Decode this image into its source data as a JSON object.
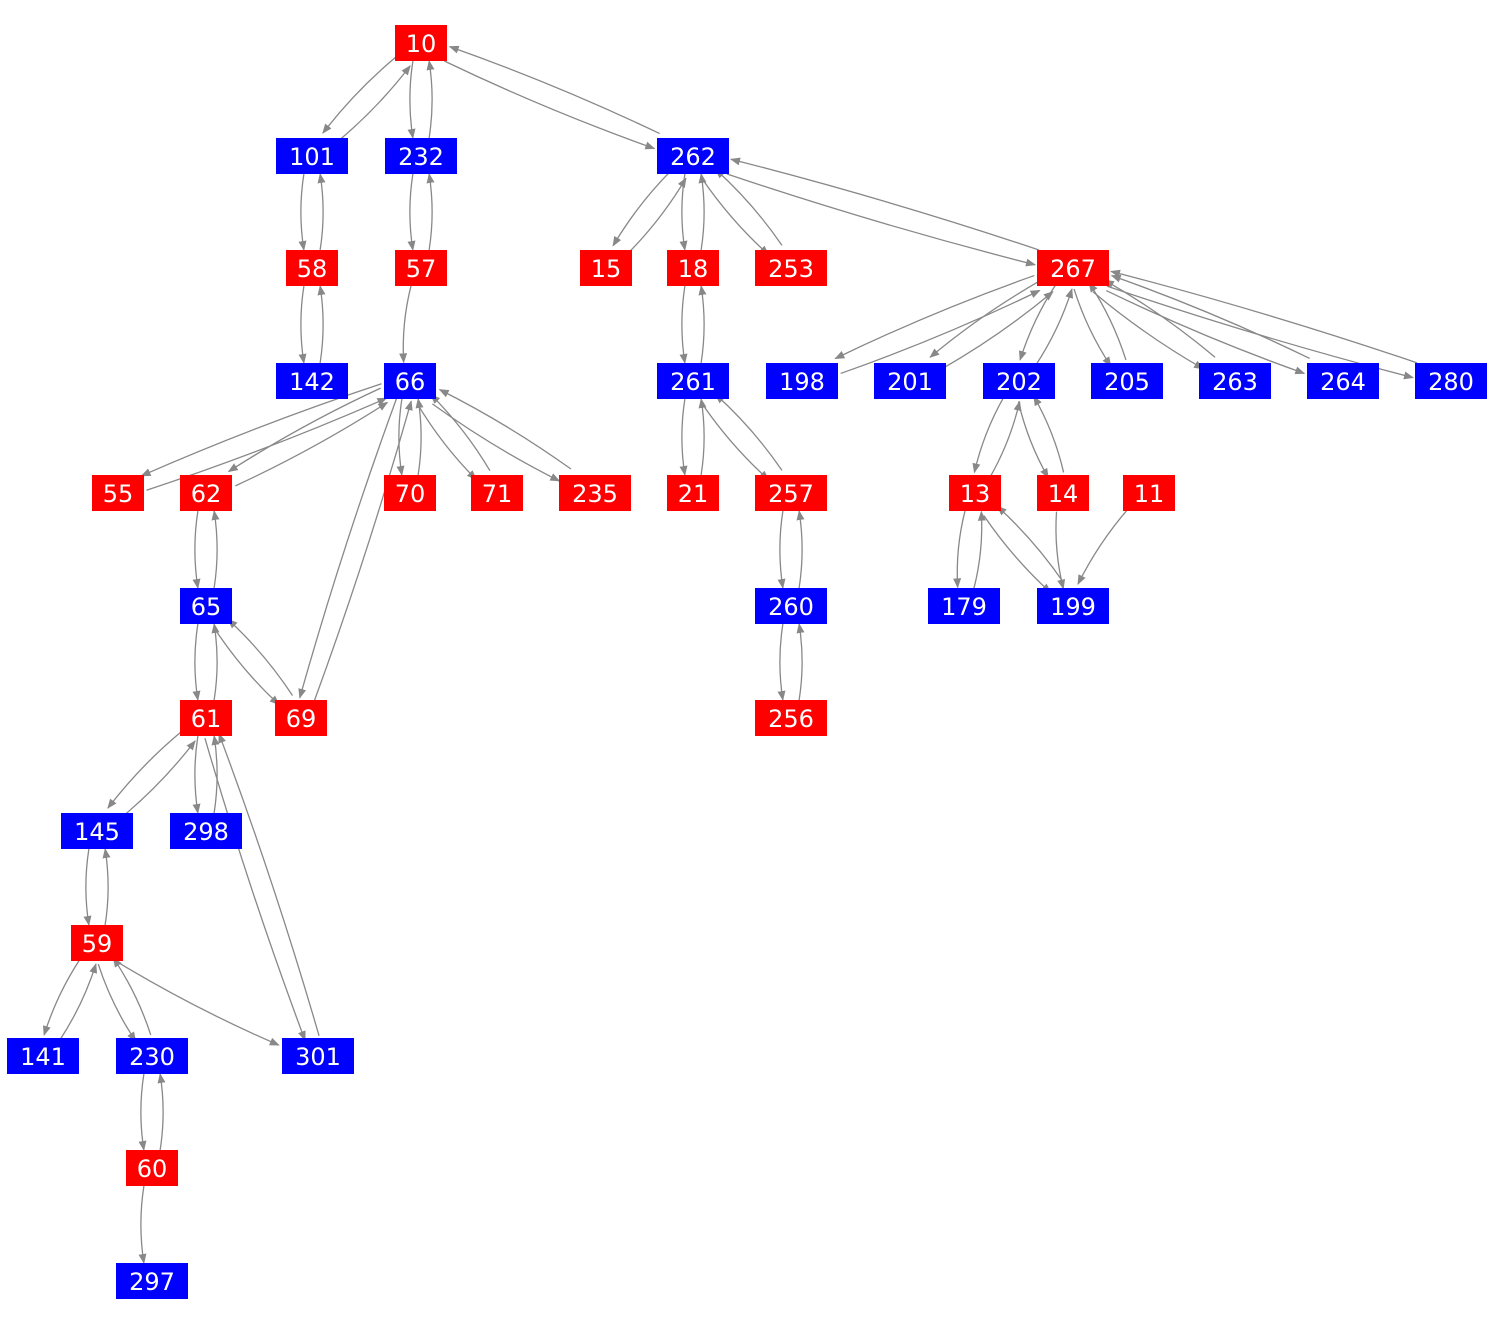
{
  "colors": {
    "red": "#ff0000",
    "blue": "#0000ff",
    "edge": "#888888",
    "label": "#ffffff"
  },
  "nodes": [
    {
      "id": "10",
      "color": "red"
    },
    {
      "id": "101",
      "color": "blue"
    },
    {
      "id": "232",
      "color": "blue"
    },
    {
      "id": "262",
      "color": "blue"
    },
    {
      "id": "58",
      "color": "red"
    },
    {
      "id": "57",
      "color": "red"
    },
    {
      "id": "15",
      "color": "red"
    },
    {
      "id": "18",
      "color": "red"
    },
    {
      "id": "253",
      "color": "red"
    },
    {
      "id": "267",
      "color": "red"
    },
    {
      "id": "142",
      "color": "blue"
    },
    {
      "id": "66",
      "color": "blue"
    },
    {
      "id": "261",
      "color": "blue"
    },
    {
      "id": "198",
      "color": "blue"
    },
    {
      "id": "201",
      "color": "blue"
    },
    {
      "id": "202",
      "color": "blue"
    },
    {
      "id": "205",
      "color": "blue"
    },
    {
      "id": "263",
      "color": "blue"
    },
    {
      "id": "264",
      "color": "blue"
    },
    {
      "id": "280",
      "color": "blue"
    },
    {
      "id": "55",
      "color": "red"
    },
    {
      "id": "62",
      "color": "red"
    },
    {
      "id": "70",
      "color": "red"
    },
    {
      "id": "71",
      "color": "red"
    },
    {
      "id": "235",
      "color": "red"
    },
    {
      "id": "21",
      "color": "red"
    },
    {
      "id": "257",
      "color": "red"
    },
    {
      "id": "13",
      "color": "red"
    },
    {
      "id": "14",
      "color": "red"
    },
    {
      "id": "11",
      "color": "red"
    },
    {
      "id": "65",
      "color": "blue"
    },
    {
      "id": "260",
      "color": "blue"
    },
    {
      "id": "179",
      "color": "blue"
    },
    {
      "id": "199",
      "color": "blue"
    },
    {
      "id": "61",
      "color": "red"
    },
    {
      "id": "69",
      "color": "red"
    },
    {
      "id": "256",
      "color": "red"
    },
    {
      "id": "145",
      "color": "blue"
    },
    {
      "id": "298",
      "color": "blue"
    },
    {
      "id": "59",
      "color": "red"
    },
    {
      "id": "141",
      "color": "blue"
    },
    {
      "id": "230",
      "color": "blue"
    },
    {
      "id": "301",
      "color": "blue"
    },
    {
      "id": "60",
      "color": "red"
    },
    {
      "id": "297",
      "color": "blue"
    }
  ],
  "edges": [
    [
      "10",
      "101"
    ],
    [
      "101",
      "10"
    ],
    [
      "10",
      "232"
    ],
    [
      "232",
      "10"
    ],
    [
      "10",
      "262"
    ],
    [
      "262",
      "10"
    ],
    [
      "101",
      "58"
    ],
    [
      "58",
      "101"
    ],
    [
      "232",
      "57"
    ],
    [
      "57",
      "232"
    ],
    [
      "58",
      "142"
    ],
    [
      "142",
      "58"
    ],
    [
      "57",
      "66"
    ],
    [
      "262",
      "15"
    ],
    [
      "15",
      "262"
    ],
    [
      "262",
      "18"
    ],
    [
      "18",
      "262"
    ],
    [
      "262",
      "253"
    ],
    [
      "253",
      "262"
    ],
    [
      "262",
      "267"
    ],
    [
      "267",
      "262"
    ],
    [
      "18",
      "261"
    ],
    [
      "261",
      "18"
    ],
    [
      "261",
      "21"
    ],
    [
      "21",
      "261"
    ],
    [
      "261",
      "257"
    ],
    [
      "257",
      "261"
    ],
    [
      "257",
      "260"
    ],
    [
      "260",
      "257"
    ],
    [
      "260",
      "256"
    ],
    [
      "256",
      "260"
    ],
    [
      "66",
      "55"
    ],
    [
      "55",
      "66"
    ],
    [
      "66",
      "62"
    ],
    [
      "62",
      "66"
    ],
    [
      "66",
      "70"
    ],
    [
      "70",
      "66"
    ],
    [
      "66",
      "71"
    ],
    [
      "71",
      "66"
    ],
    [
      "66",
      "235"
    ],
    [
      "235",
      "66"
    ],
    [
      "66",
      "69"
    ],
    [
      "69",
      "66"
    ],
    [
      "62",
      "65"
    ],
    [
      "65",
      "62"
    ],
    [
      "65",
      "61"
    ],
    [
      "61",
      "65"
    ],
    [
      "65",
      "69"
    ],
    [
      "69",
      "65"
    ],
    [
      "61",
      "145"
    ],
    [
      "145",
      "61"
    ],
    [
      "61",
      "298"
    ],
    [
      "298",
      "61"
    ],
    [
      "61",
      "301"
    ],
    [
      "301",
      "61"
    ],
    [
      "145",
      "59"
    ],
    [
      "59",
      "145"
    ],
    [
      "59",
      "141"
    ],
    [
      "141",
      "59"
    ],
    [
      "59",
      "230"
    ],
    [
      "230",
      "59"
    ],
    [
      "59",
      "301"
    ],
    [
      "230",
      "60"
    ],
    [
      "60",
      "230"
    ],
    [
      "60",
      "297"
    ],
    [
      "267",
      "198"
    ],
    [
      "198",
      "267"
    ],
    [
      "267",
      "201"
    ],
    [
      "201",
      "267"
    ],
    [
      "267",
      "202"
    ],
    [
      "202",
      "267"
    ],
    [
      "267",
      "205"
    ],
    [
      "205",
      "267"
    ],
    [
      "267",
      "263"
    ],
    [
      "263",
      "267"
    ],
    [
      "267",
      "264"
    ],
    [
      "264",
      "267"
    ],
    [
      "267",
      "280"
    ],
    [
      "280",
      "267"
    ],
    [
      "202",
      "13"
    ],
    [
      "13",
      "202"
    ],
    [
      "202",
      "14"
    ],
    [
      "14",
      "202"
    ],
    [
      "13",
      "179"
    ],
    [
      "179",
      "13"
    ],
    [
      "13",
      "199"
    ],
    [
      "199",
      "13"
    ],
    [
      "14",
      "199"
    ],
    [
      "11",
      "199"
    ]
  ]
}
